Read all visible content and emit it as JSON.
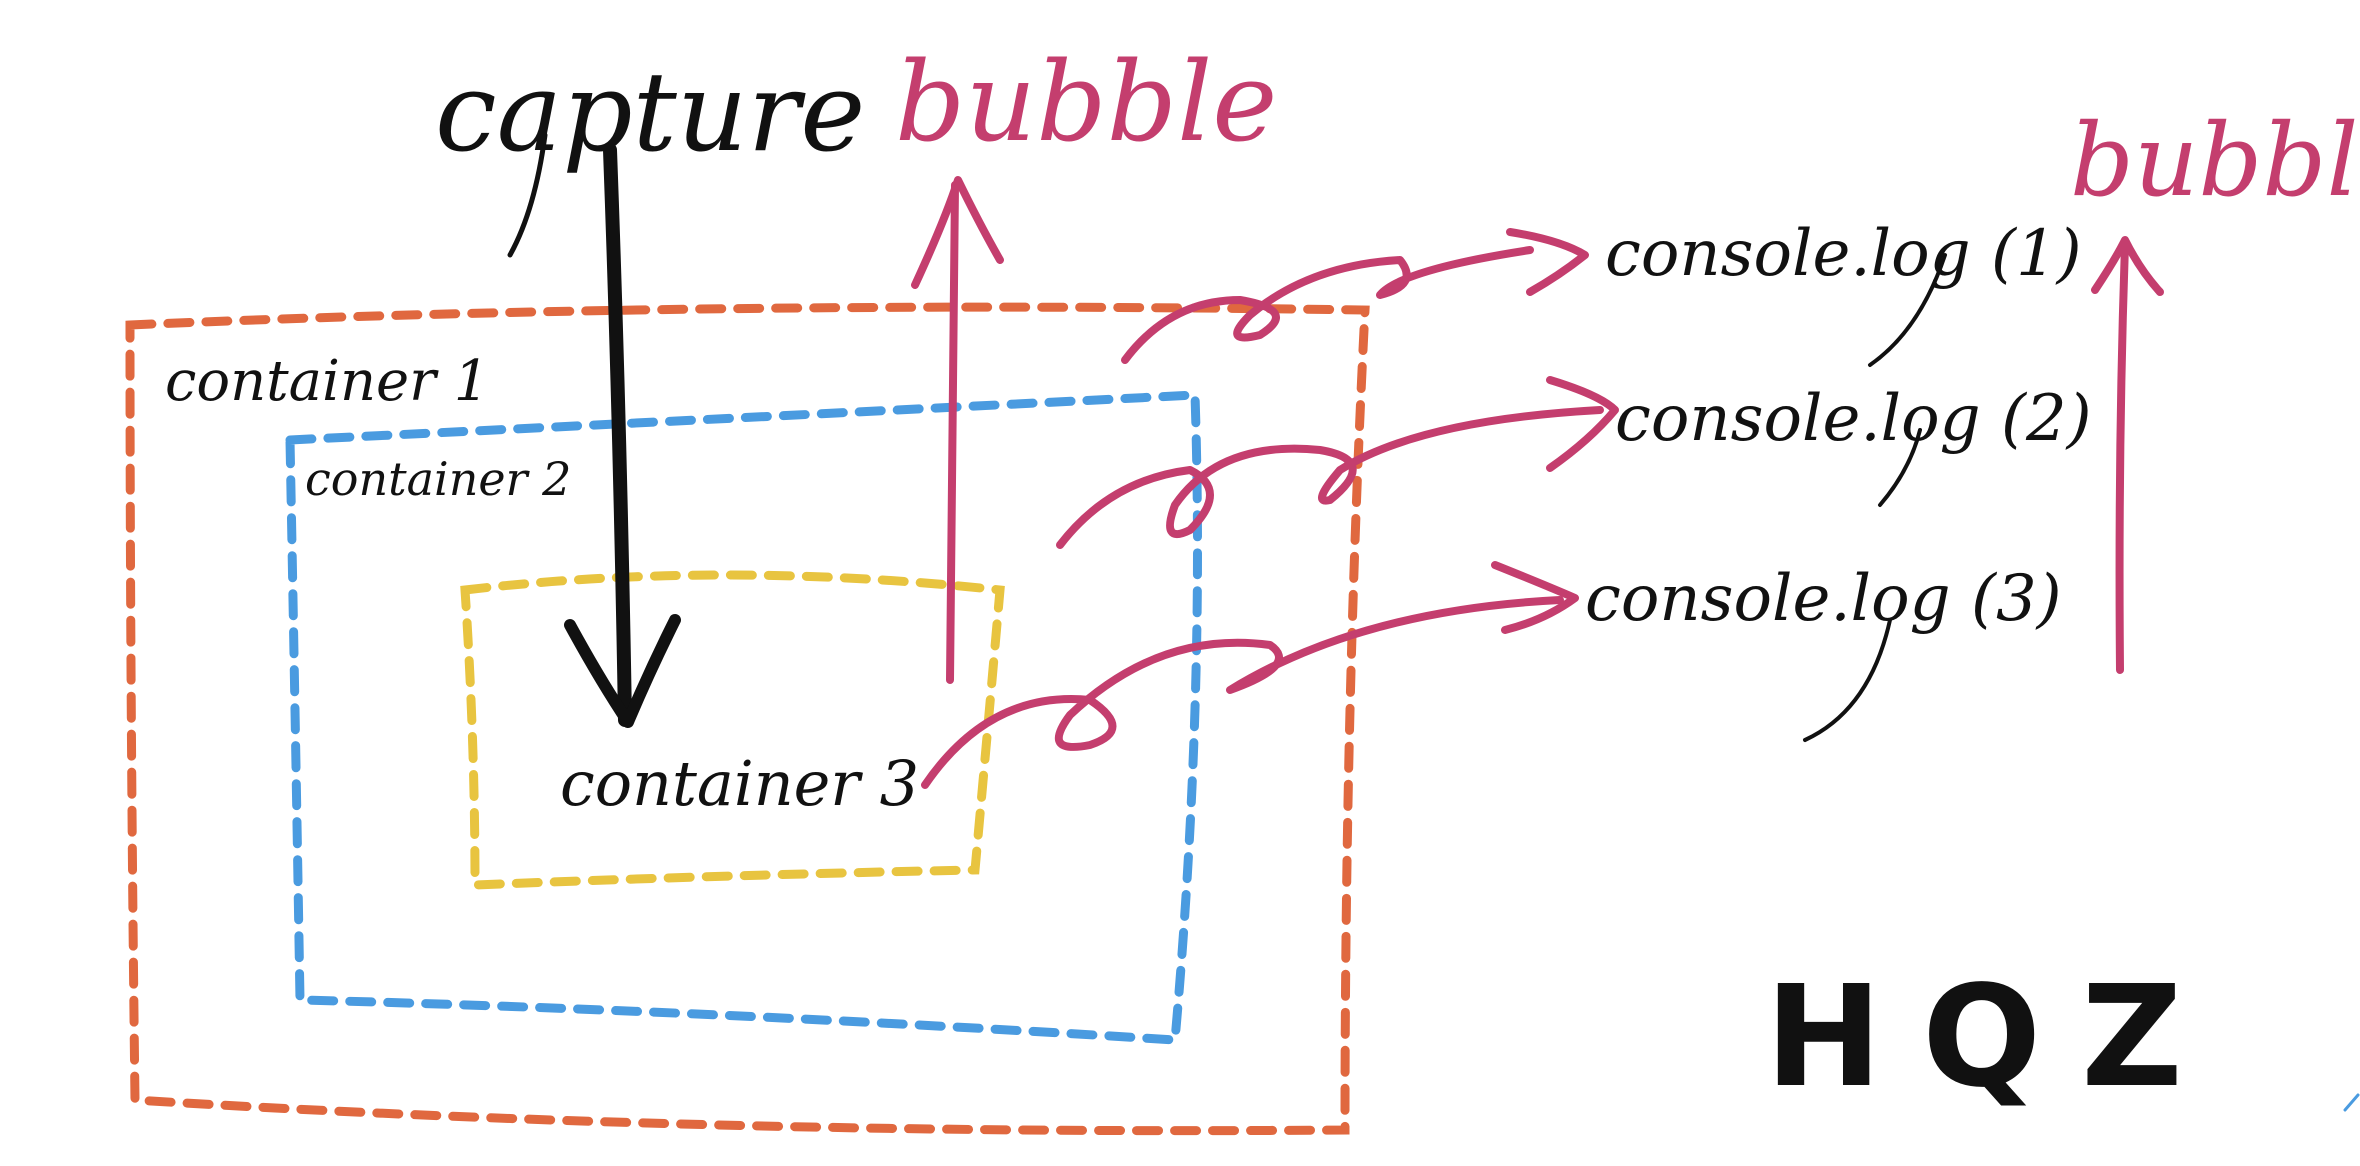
{
  "labels": {
    "capture": "capture",
    "bubble_left": "bubble",
    "bubble_right": "bubble",
    "container1": "container 1",
    "container2": "container 2",
    "container3": "container 3",
    "log1": "console.log (1)",
    "log2": "console.log (2)",
    "log3": "console.log (3)",
    "signature": "HQZ"
  },
  "colors": {
    "ink": "#111111",
    "orange": "#e0683f",
    "blue": "#4a9be0",
    "yellow": "#e8c440",
    "pink": "#c43e6e"
  }
}
